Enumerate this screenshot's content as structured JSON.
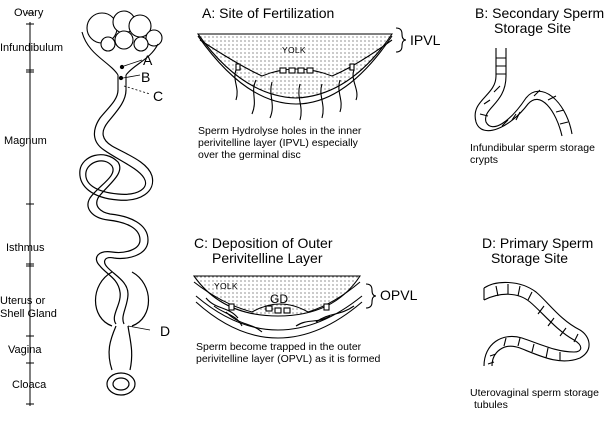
{
  "regions": {
    "ovary": "Ovary",
    "infundibulum": "Infundibulum",
    "magnum": "Magnum",
    "isthmus": "Isthmus",
    "uterus_line1": "Uterus or",
    "uterus_line2": "Shell Gland",
    "vagina": "Vagina",
    "cloaca": "Cloaca"
  },
  "markers": {
    "a": "A",
    "b": "B",
    "c": "C",
    "d": "D"
  },
  "panel_a": {
    "title": "A: Site of Fertilization",
    "yolk_label": "YOLK",
    "ring_label": "IPVL",
    "caption": [
      "Sperm Hydrolyse holes in the inner",
      "perivitelline layer (IPVL) especially",
      "over the germinal disc"
    ]
  },
  "panel_b": {
    "title": [
      "B: Secondary Sperm",
      "Storage Site"
    ],
    "caption": [
      "Infundibular sperm storage",
      "crypts"
    ]
  },
  "panel_c": {
    "title": [
      "C: Deposition of Outer",
      "Perivitelline Layer"
    ],
    "yolk_label": "YOLK",
    "gd_label": "GD",
    "ring_label": "OPVL",
    "caption": [
      "Sperm become trapped in the outer",
      "perivitelline layer (OPVL) as it is formed"
    ]
  },
  "panel_d": {
    "title": [
      "D: Primary Sperm",
      "Storage Site"
    ],
    "caption": [
      "Uterovaginal sperm storage",
      "tubules"
    ]
  }
}
